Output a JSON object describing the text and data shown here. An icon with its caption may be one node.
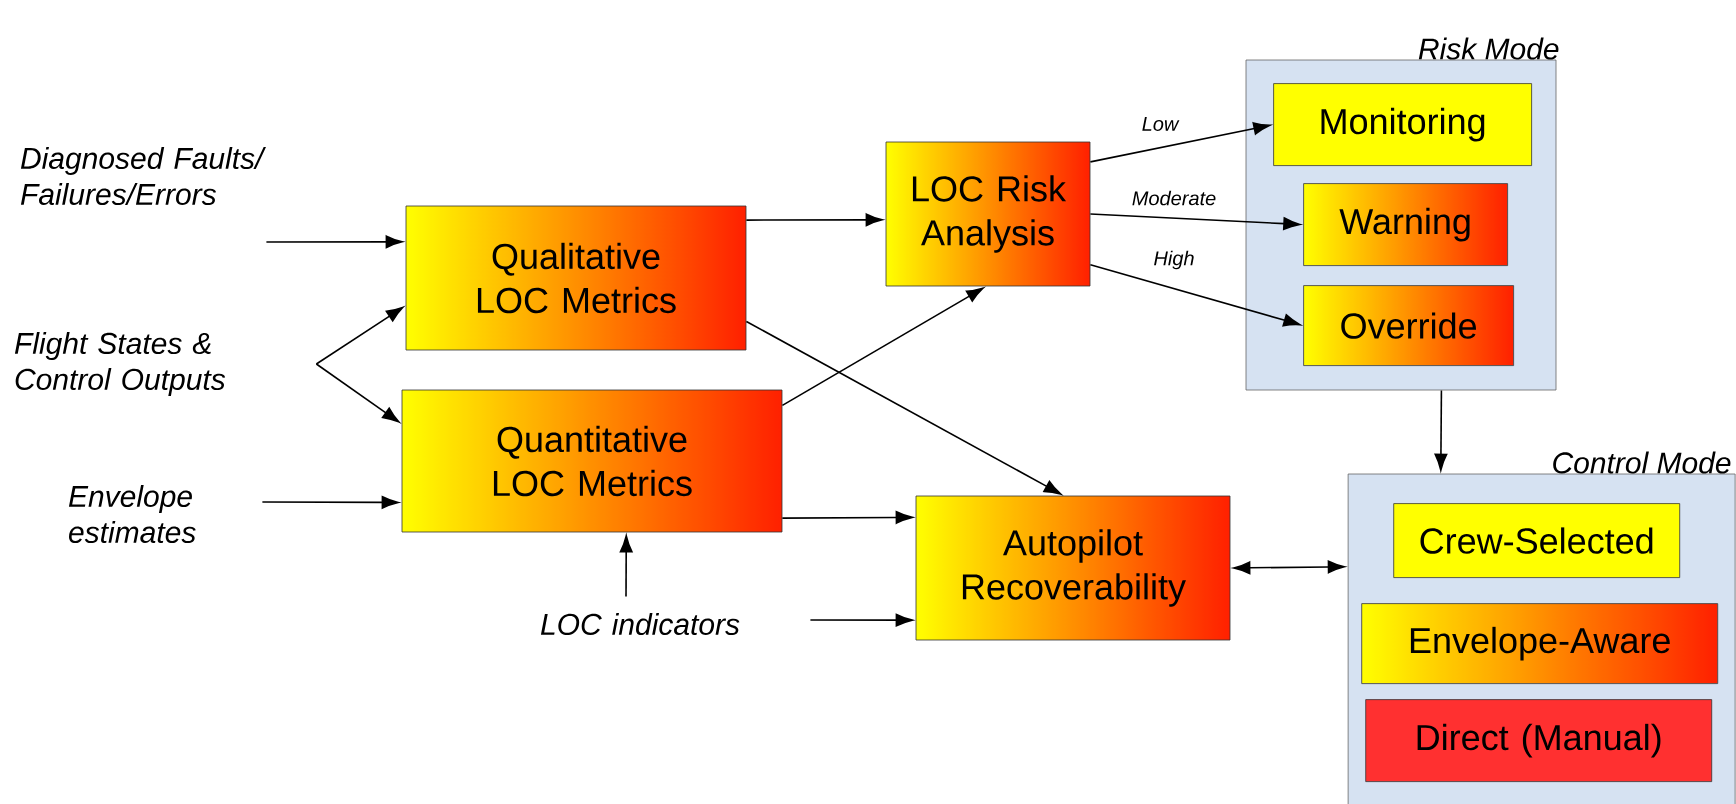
{
  "diagram": {
    "nodes": [
      {
        "text": [
          "Diagnosed Faults/ Failures/Errors"
        ]
      },
      {
        "text": [
          "Flight States & Control Outputs"
        ]
      },
      {
        "text": [
          "Envelope estimates"
        ]
      },
      {
        "text": [
          "Qualitative LOC Metrics"
        ]
      },
      {
        "text": [
          "Quantitative LOC Metrics"
        ]
      },
      {
        "text": [
          "LOC Risk Analysis"
        ]
      },
      {
        "text": [
          "Autopilot Recoverability"
        ]
      },
      {
        "text": [
          "LOC indicators"
        ]
      },
      {
        "text": [
          "Risk Mode"
        ]
      },
      {
        "text": [
          "Monitoring"
        ],
        "in": 8
      },
      {
        "text": [
          "Warning"
        ],
        "in": 8
      },
      {
        "text": [
          "Override"
        ],
        "in": 8
      },
      {
        "text": [
          "Control Mode"
        ]
      },
      {
        "text": [
          "Crew-Selected"
        ],
        "in": 12
      },
      {
        "text": [
          "Envelope-Aware"
        ],
        "in": 12
      },
      {
        "text": [
          "Direct (Manual)"
        ],
        "in": 12
      }
    ],
    "edges": [
      {
        "from": 0,
        "to": 3,
        "arrow": "to"
      },
      {
        "from": 1,
        "to": 3,
        "arrow": "to"
      },
      {
        "from": 1,
        "to": 4,
        "arrow": "to"
      },
      {
        "from": 2,
        "to": 4,
        "arrow": "to"
      },
      {
        "from": 3,
        "to": 5,
        "arrow": "to"
      },
      {
        "from": 3,
        "to": 6,
        "arrow": "to"
      },
      {
        "from": 4,
        "to": 5,
        "arrow": "to"
      },
      {
        "from": 4,
        "to": 6,
        "arrow": "to"
      },
      {
        "from": 7,
        "to": 4,
        "arrow": "to"
      },
      {
        "from": 7,
        "to": 6,
        "arrow": "to"
      },
      {
        "from": 5,
        "to": 9,
        "label": "Low",
        "arrow": "to"
      },
      {
        "from": 5,
        "to": 10,
        "label": "Moderate",
        "arrow": "to"
      },
      {
        "from": 5,
        "to": 11,
        "label": "High",
        "arrow": "to"
      },
      {
        "from": 8,
        "to": 12,
        "arrow": "to"
      },
      {
        "from": 6,
        "to": 12,
        "arrow": "both"
      }
    ]
  }
}
